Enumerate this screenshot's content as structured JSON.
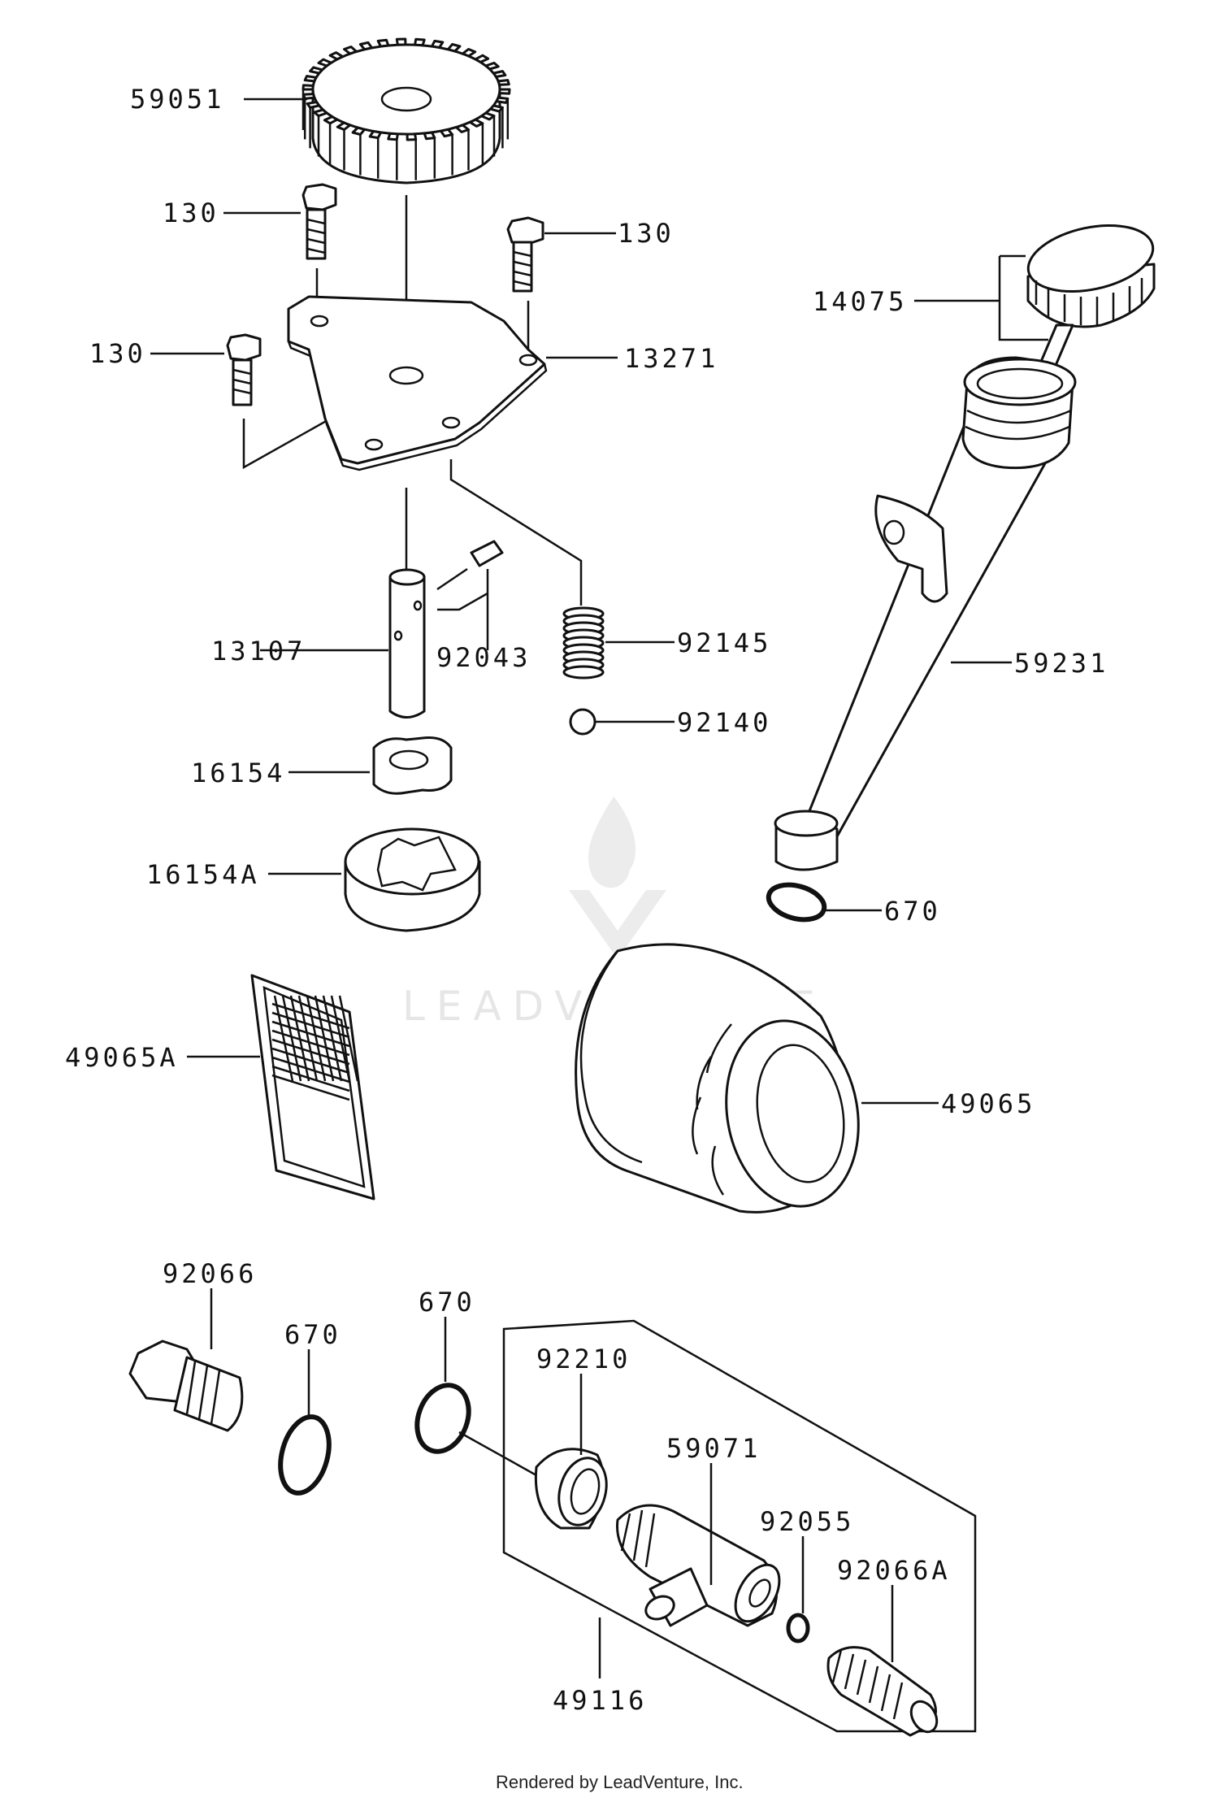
{
  "labels": {
    "p59051": "59051",
    "p130a": "130",
    "p130b": "130",
    "p130c": "130",
    "p13271": "13271",
    "p14075": "14075",
    "p13107": "13107",
    "p92043": "92043",
    "p92145": "92145",
    "p92140": "92140",
    "p59231": "59231",
    "p16154": "16154",
    "p16154A": "16154A",
    "p670a": "670",
    "p49065A": "49065A",
    "p49065": "49065",
    "p92066": "92066",
    "p670b": "670",
    "p670c": "670",
    "p92210": "92210",
    "p59071": "59071",
    "p92055": "92055",
    "p92066A": "92066A",
    "p49116": "49116"
  },
  "watermark": "LEADVENTURE",
  "footer": "Rendered by LeadVenture, Inc."
}
